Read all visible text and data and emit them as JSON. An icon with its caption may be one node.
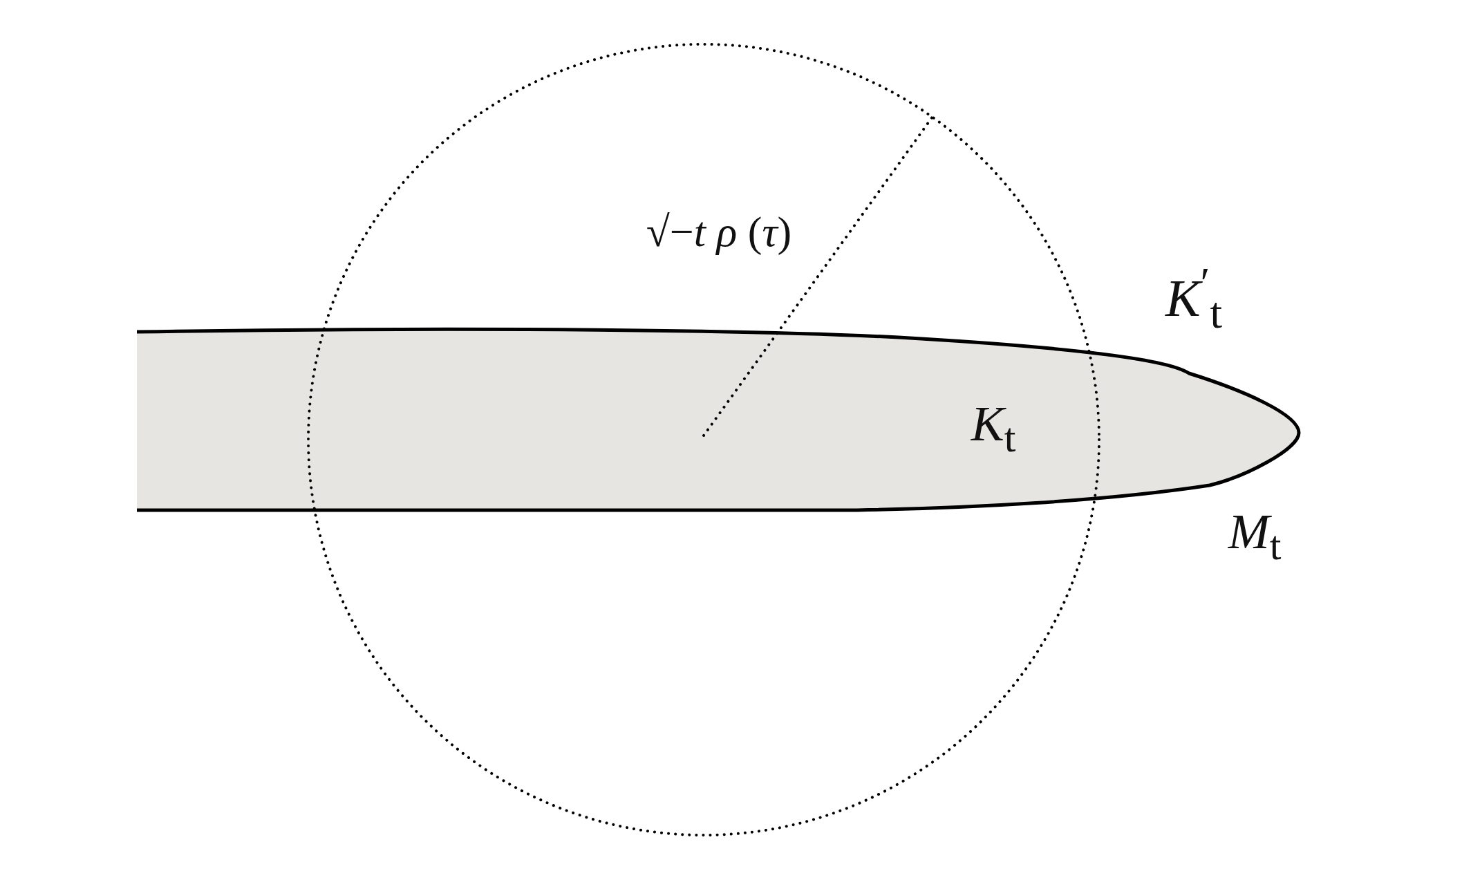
{
  "diagram": {
    "nodes": [
      {
        "text": [
          "*K*$_{t}$"
        ]
      }
    ],
    "labels": [
      "√−*t* *ρ* (*τ*)",
      "*K*$^{′}$$_{t}$",
      "*M*$_{t}$"
    ]
  }
}
